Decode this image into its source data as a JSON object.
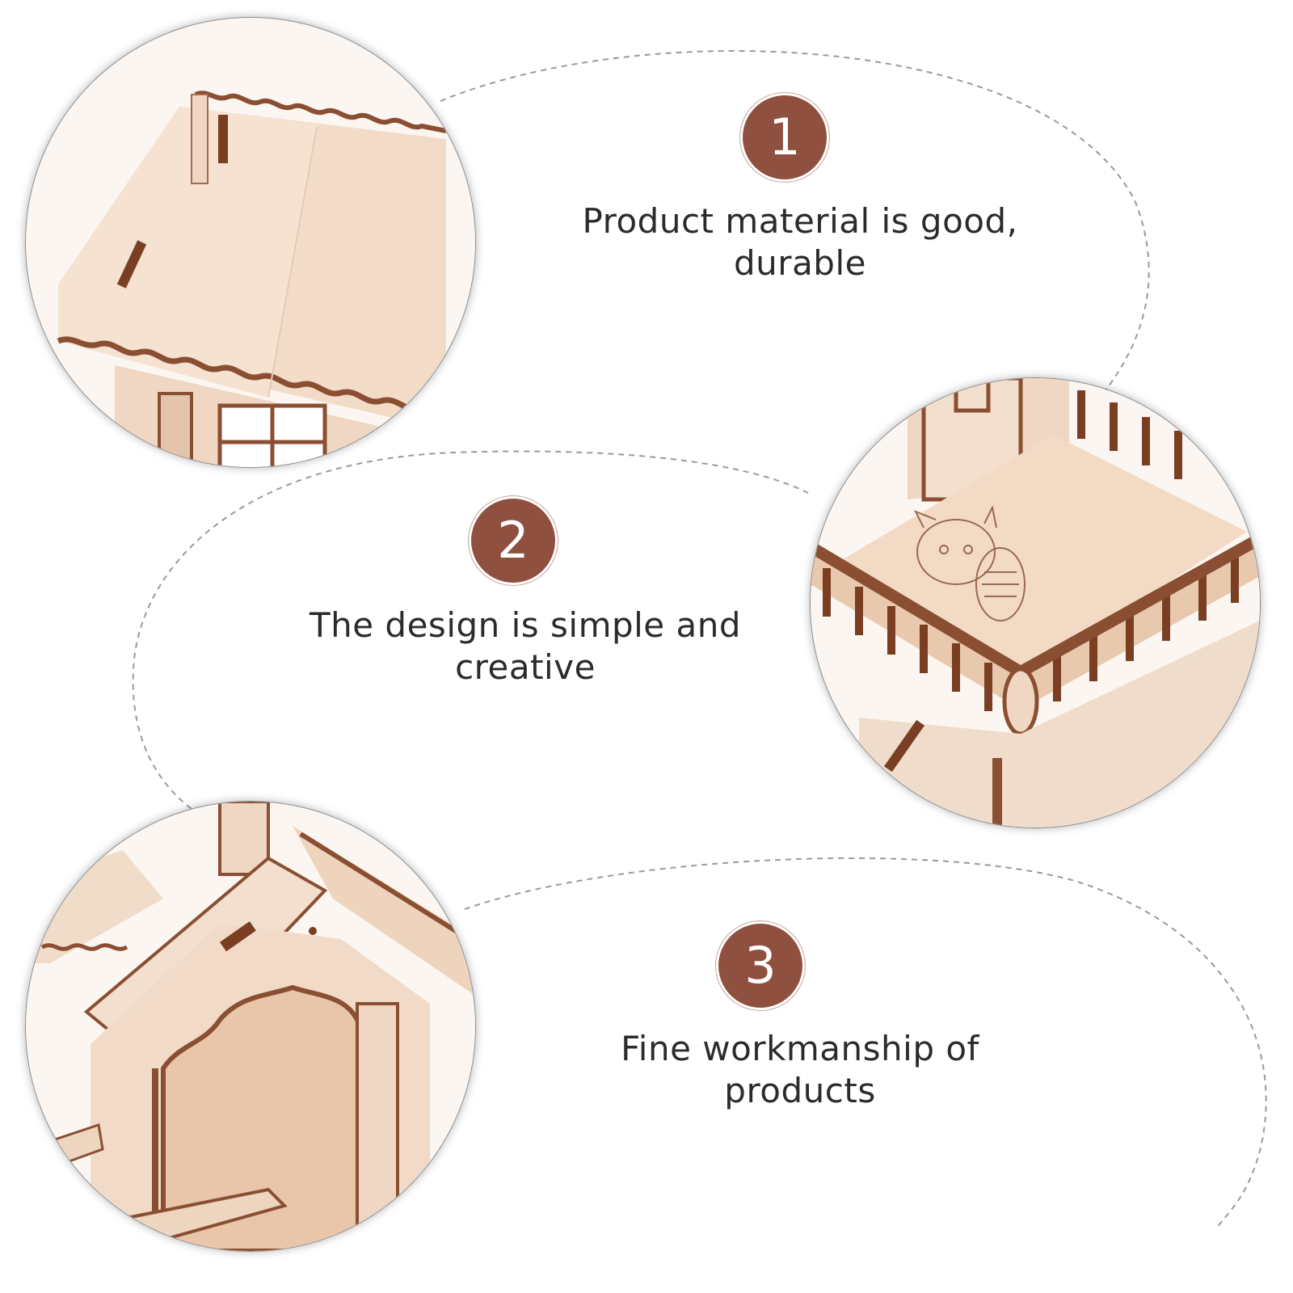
{
  "features": [
    {
      "number": "1",
      "text_line1": "Product material is good,",
      "text_line2": "durable"
    },
    {
      "number": "2",
      "text_line1": "The design is simple and",
      "text_line2": "creative"
    },
    {
      "number": "3",
      "text_line1": "Fine workmanship of",
      "text_line2": "products"
    }
  ],
  "photos": [
    "roof-detail-photo",
    "balcony-detail-photo",
    "doorway-detail-photo"
  ],
  "colors": {
    "badge": "#8f5040",
    "wood": "#f0d9c6",
    "wood_edge": "#9a5a38",
    "line": "#9a9a9a"
  }
}
